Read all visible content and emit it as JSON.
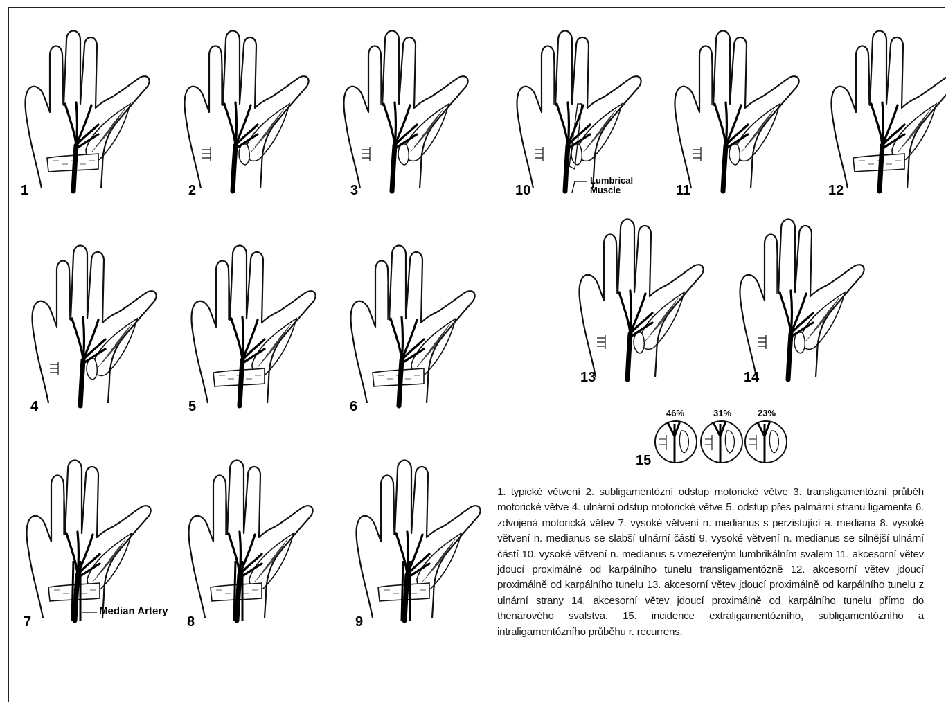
{
  "panels": [
    {
      "number": "1"
    },
    {
      "number": "2"
    },
    {
      "number": "3"
    },
    {
      "number": "4"
    },
    {
      "number": "5"
    },
    {
      "number": "6"
    },
    {
      "number": "7"
    },
    {
      "number": "8"
    },
    {
      "number": "9"
    },
    {
      "number": "10"
    },
    {
      "number": "11"
    },
    {
      "number": "12"
    },
    {
      "number": "13"
    },
    {
      "number": "14"
    },
    {
      "number": "15"
    }
  ],
  "callouts": {
    "lumbrical_line1": "Lumbrical",
    "lumbrical_line2": "Muscle",
    "median_artery": "Median Artery"
  },
  "incidence": [
    "46%",
    "31%",
    "23%"
  ],
  "caption": "1. typické větvení 2. subligamentózní odstup motorické větve 3. transligamentózní průběh motorické větve 4. ulnární odstup motorické větve 5. odstup přes palmární stranu ligamenta 6. zdvojená motorická větev 7. vysoké větvení n. medianus s perzistující a. mediana 8. vysoké větvení n. medianus se slabší ulnární částí 9. vysoké větvení n. medianus se silnější ulnární částí 10. vysoké větvení n. medianus s vmezeřeným lumbrikálním svalem 11. akcesorní větev jdoucí proximálně od karpálního tunelu transligamentózně 12. akcesorní větev jdoucí proximálně od karpálního tunelu 13. akcesorní větev jdoucí proximálně od karpálního tunelu z ulnární strany 14. akcesorní větev jdoucí proximálně od karpálního tunelu přímo do thenarového svalstva. 15. incidence extraligamentózního, subligamentózního a intraligamentózního průběhu r. recurrens."
}
